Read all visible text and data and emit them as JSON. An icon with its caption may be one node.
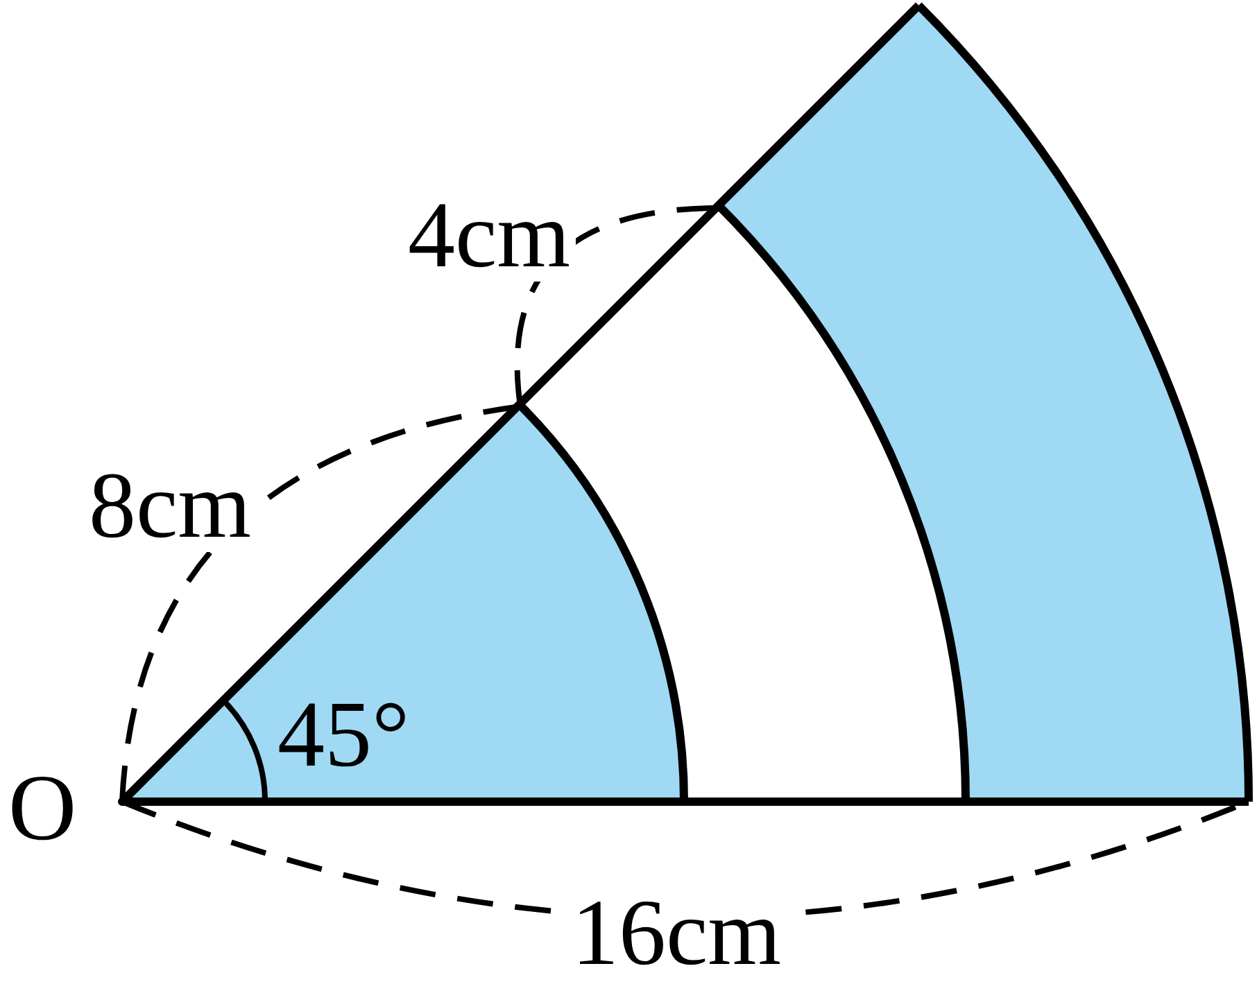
{
  "diagram": {
    "labels": [
      "4cm",
      "8cm",
      "45°",
      "O",
      "16cm"
    ]
  }
}
